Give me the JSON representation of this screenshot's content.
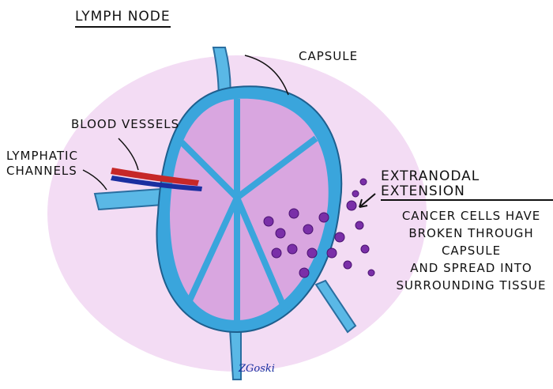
{
  "title": "Lymph Node",
  "labels": {
    "capsule": "Capsule",
    "blood_vessels": "Blood Vessels",
    "lymphatic_channels": [
      "Lymphatic",
      "Channels"
    ],
    "extranodal": "Extranodal Extension",
    "description": [
      "Cancer cells have",
      "broken through capsule",
      "and spread into",
      "surrounding tissue"
    ]
  },
  "signature": "ZGoski",
  "colors": {
    "capsule": "#3aa5dc",
    "cortex": "#d9a6e0",
    "cancer": "#7a2fa8",
    "artery": "#c62828",
    "vein": "#1a2fa0",
    "background": "#ecc8ee"
  }
}
